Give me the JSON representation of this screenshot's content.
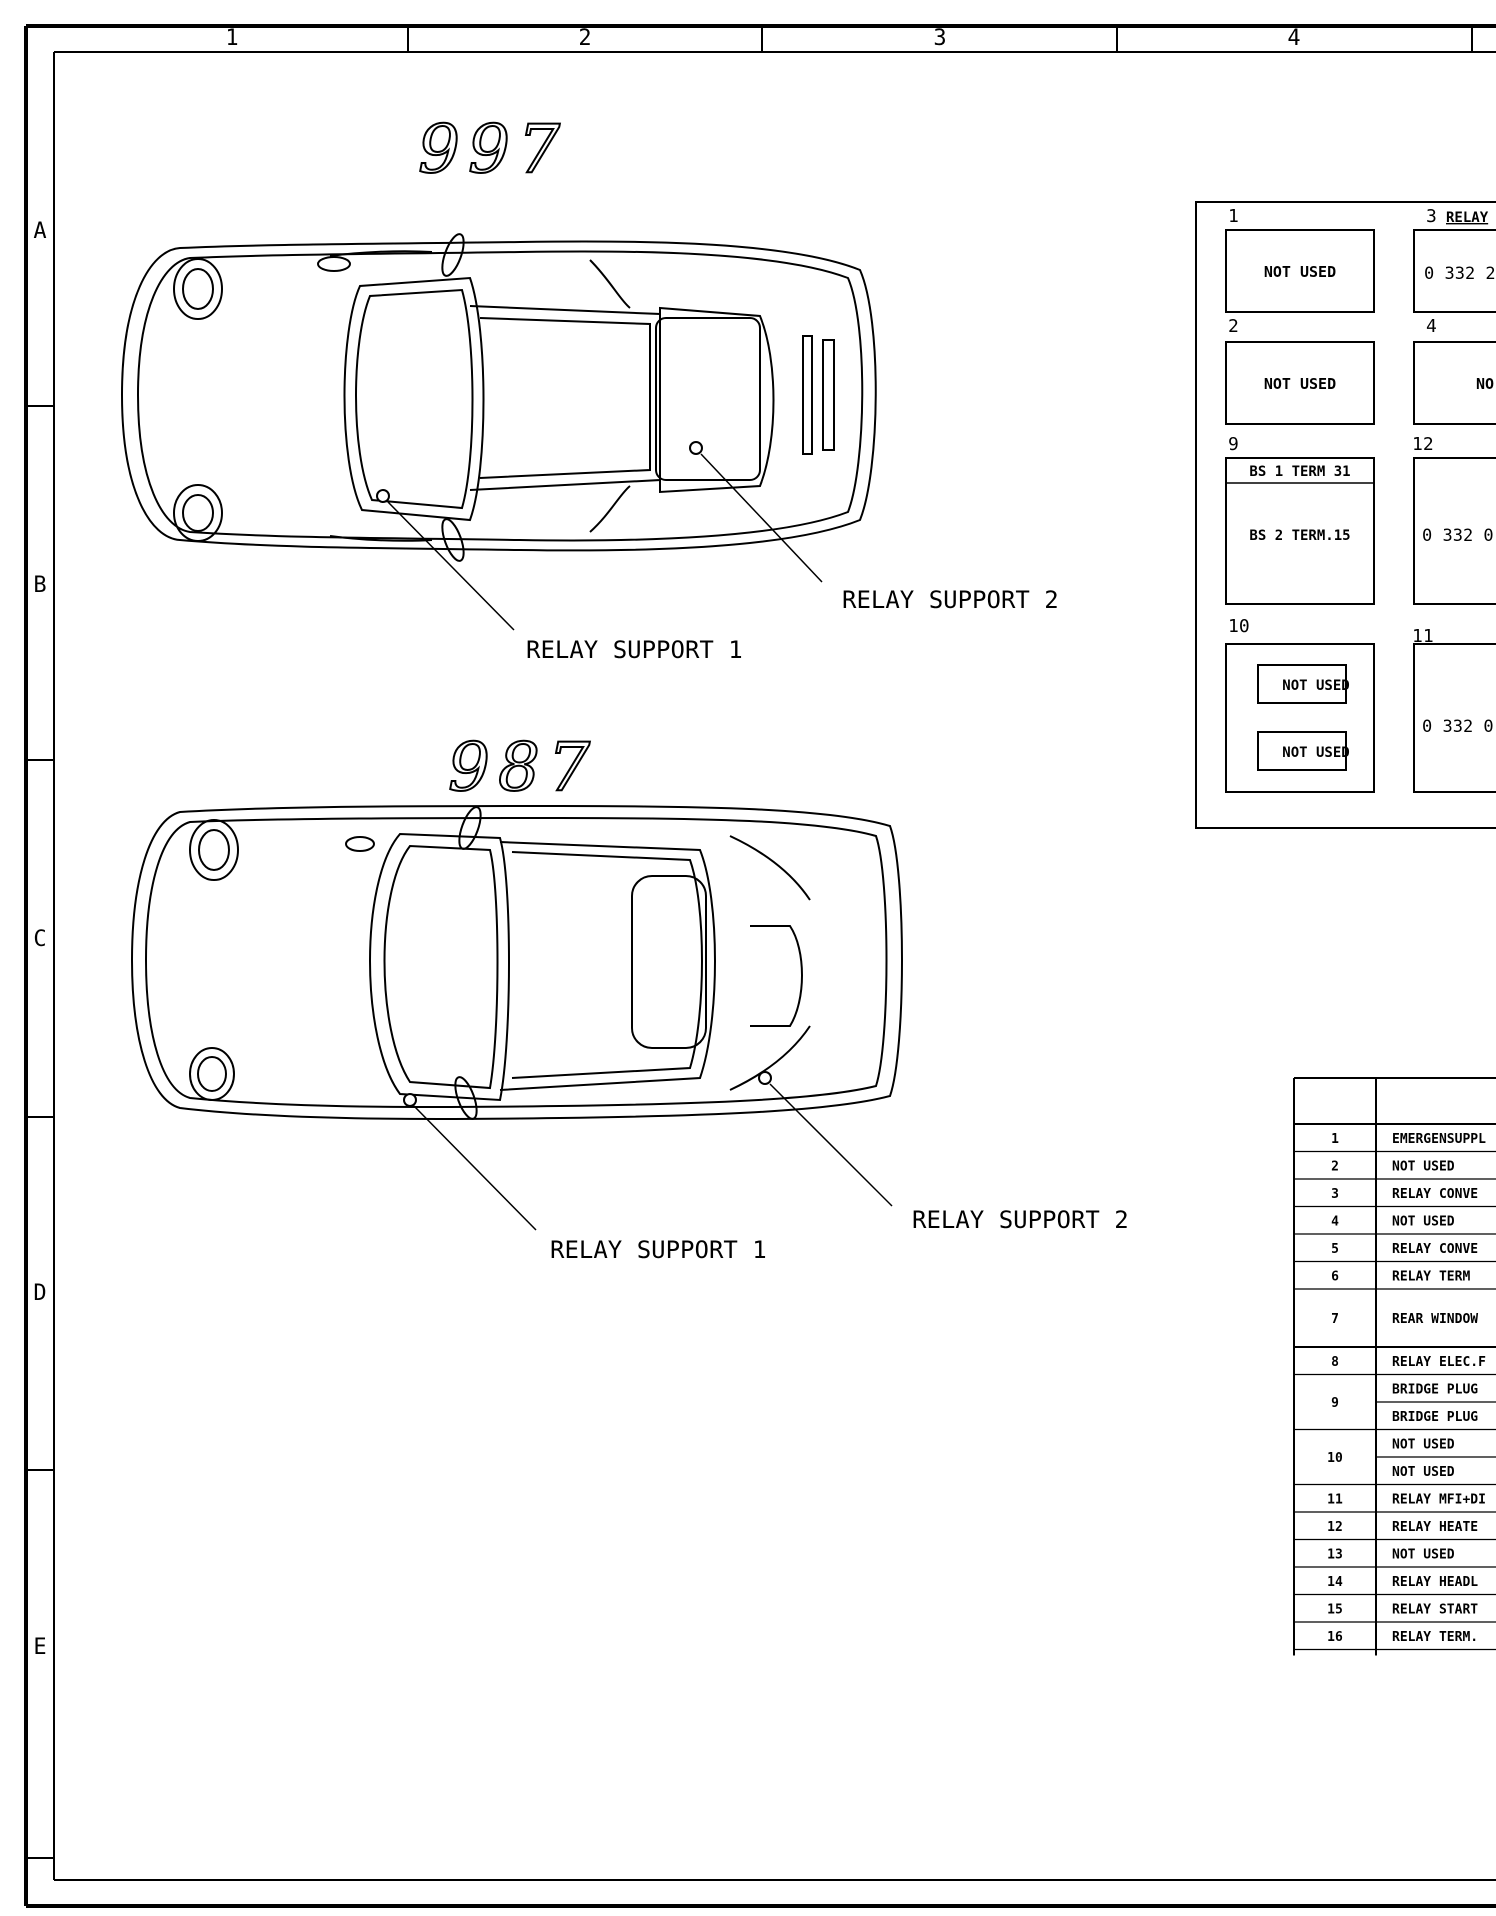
{
  "grid": {
    "columns": [
      "1",
      "2",
      "3",
      "4"
    ],
    "rows": [
      "A",
      "B",
      "C",
      "D",
      "E"
    ]
  },
  "cars": {
    "top_model": "997",
    "bottom_model": "987",
    "label_relay_support_1": "RELAY SUPPORT 1",
    "label_relay_support_2": "RELAY SUPPORT 2"
  },
  "relay_box": {
    "slots": [
      {
        "num": "1",
        "text": "NOT USED"
      },
      {
        "num": "2",
        "text": "NOT USED"
      },
      {
        "num": "3",
        "heading": "RELAY",
        "text": "0 332 2"
      },
      {
        "num": "4",
        "text": "NO"
      },
      {
        "num": "9",
        "lines": [
          "BS 1 TERM 31",
          "BS 2 TERM.15"
        ]
      },
      {
        "num": "12",
        "text": "0 332 0"
      },
      {
        "num": "10",
        "lines": [
          "NOT USED",
          "NOT USED"
        ]
      },
      {
        "num": "11",
        "text": "0 332 0"
      }
    ]
  },
  "legend_table": {
    "rows": [
      {
        "num": "1",
        "text": "EMERGENSUPPL"
      },
      {
        "num": "2",
        "text": "NOT USED"
      },
      {
        "num": "3",
        "text": "RELAY  CONVE"
      },
      {
        "num": "4",
        "text": "NOT USED"
      },
      {
        "num": "5",
        "text": "RELAY  CONVE"
      },
      {
        "num": "6",
        "text": "RELAY  TERM"
      },
      {
        "num": "7",
        "text": "REAR WINDOW"
      },
      {
        "num": "8",
        "text": "RELAY ELEC.F"
      },
      {
        "num": "9",
        "texts": [
          "BRIDGE PLUG",
          "BRIDGE PLUG"
        ]
      },
      {
        "num": "10",
        "texts": [
          "NOT USED",
          "NOT USED"
        ]
      },
      {
        "num": "11",
        "text": "RELAY MFI+DI"
      },
      {
        "num": "12",
        "text": "RELAY  HEATE"
      },
      {
        "num": "13",
        "text": "NOT USED"
      },
      {
        "num": "14",
        "text": "RELAY  HEADL"
      },
      {
        "num": "15",
        "text": "RELAY  START"
      },
      {
        "num": "16",
        "text": "RELAY  TERM."
      }
    ]
  }
}
